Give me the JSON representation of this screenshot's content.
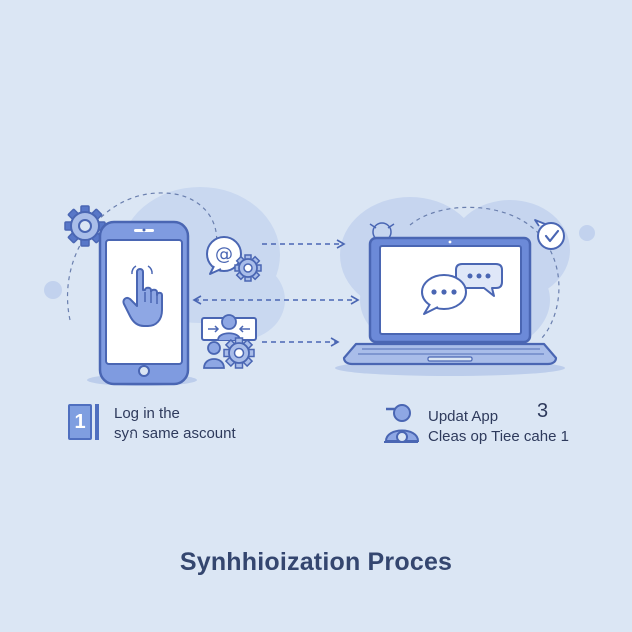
{
  "steps": {
    "left": {
      "number": "1",
      "line1": "Log in the",
      "line2": "syก same ascount"
    },
    "right": {
      "number": "3",
      "line1": "Updat App",
      "line2": "Cleas op Tiee cahe 1"
    }
  },
  "title": "Synhhioization Proces",
  "icons": {
    "phone": "smartphone-icon",
    "tap": "hand-pointer-icon",
    "laptop": "laptop-icon",
    "chat": "chat-bubbles-icon",
    "email": "at-sign-icon",
    "gear": "gear-icon",
    "user": "user-icon",
    "check": "checkmark-icon"
  },
  "colors": {
    "background": "#dbe6f4",
    "accent": "#5877c8",
    "outline": "#4a66b3",
    "text": "#2e3a5c",
    "blob": "#c6d6ef"
  }
}
